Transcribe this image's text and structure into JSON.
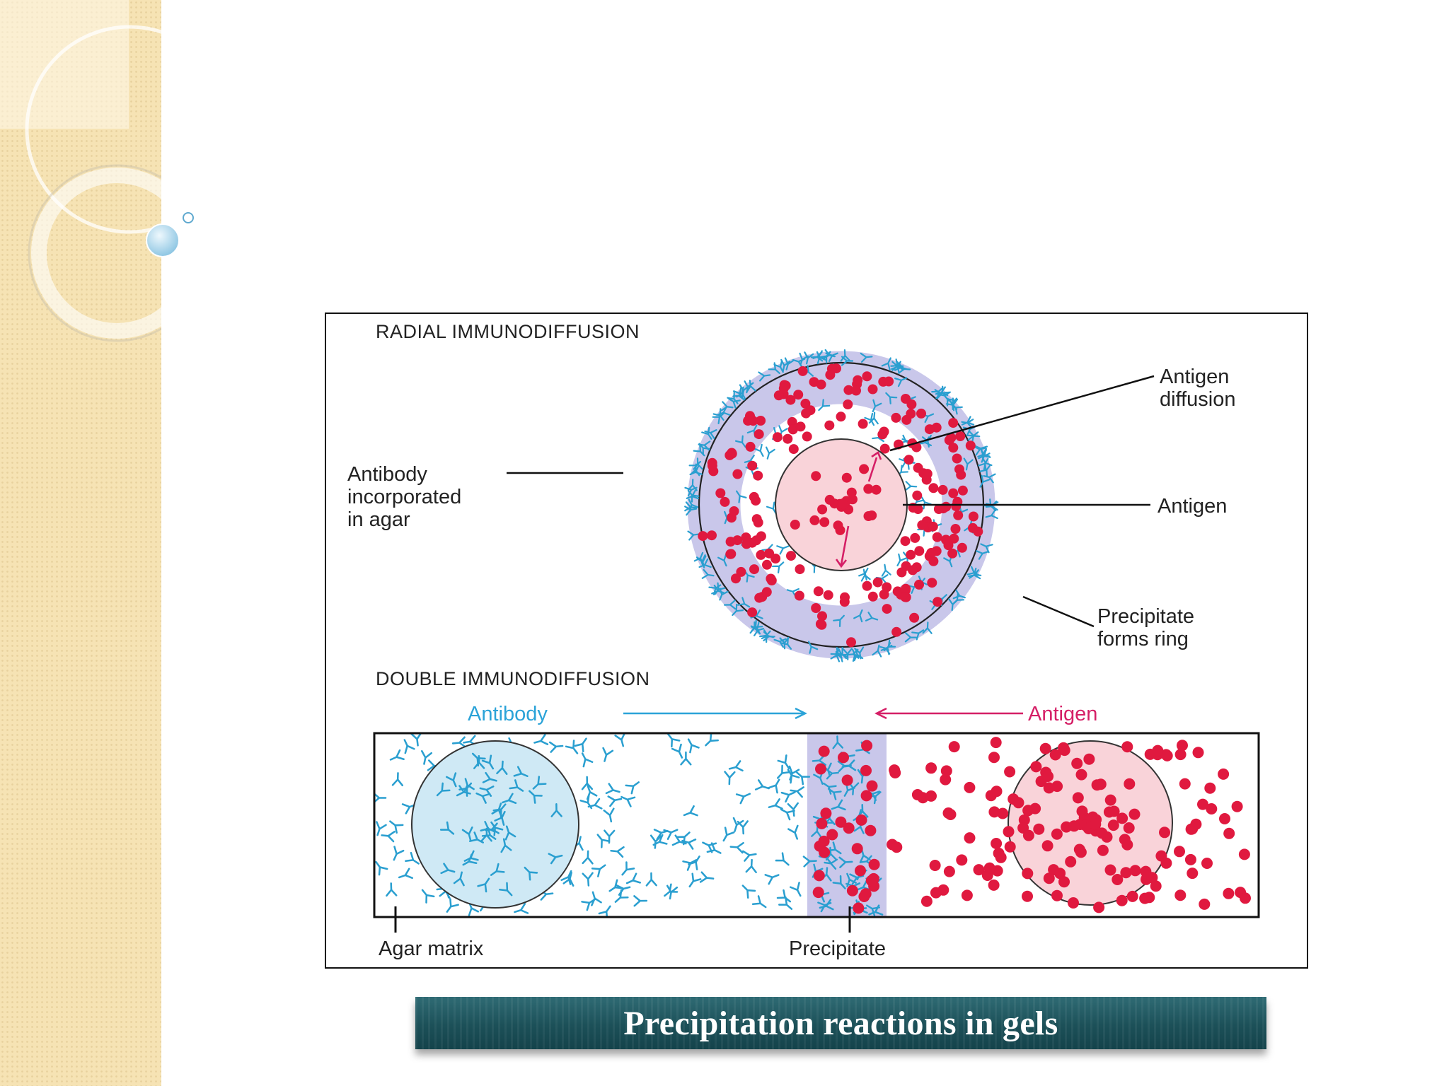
{
  "figure": {
    "radial": {
      "title": "RADIAL IMMUNODIFFUSION",
      "label_antibody_lines": [
        "Antibody",
        "incorporated",
        "in agar"
      ],
      "label_diffusion_lines": [
        "Antigen",
        "diffusion"
      ],
      "label_antigen": "Antigen",
      "label_ring_lines": [
        "Precipitate",
        "forms ring"
      ]
    },
    "double": {
      "title": "DOUBLE IMMUNODIFFUSION",
      "antibody_flow": "Antibody",
      "antigen_flow": "Antigen",
      "label_agar": "Agar matrix",
      "label_precipitate": "Precipitate"
    },
    "colors": {
      "antigen": "#e0193f",
      "antibody": "#2a9fd0",
      "precipitate_band": "#c9c7ea",
      "antigen_well": "#f9d3d9",
      "antibody_well": "#cfe9f5",
      "antibody_flow_text": "#2ba3d8",
      "antigen_flow_text": "#d51f66"
    }
  },
  "caption": {
    "text": "Precipitation reactions in gels"
  }
}
